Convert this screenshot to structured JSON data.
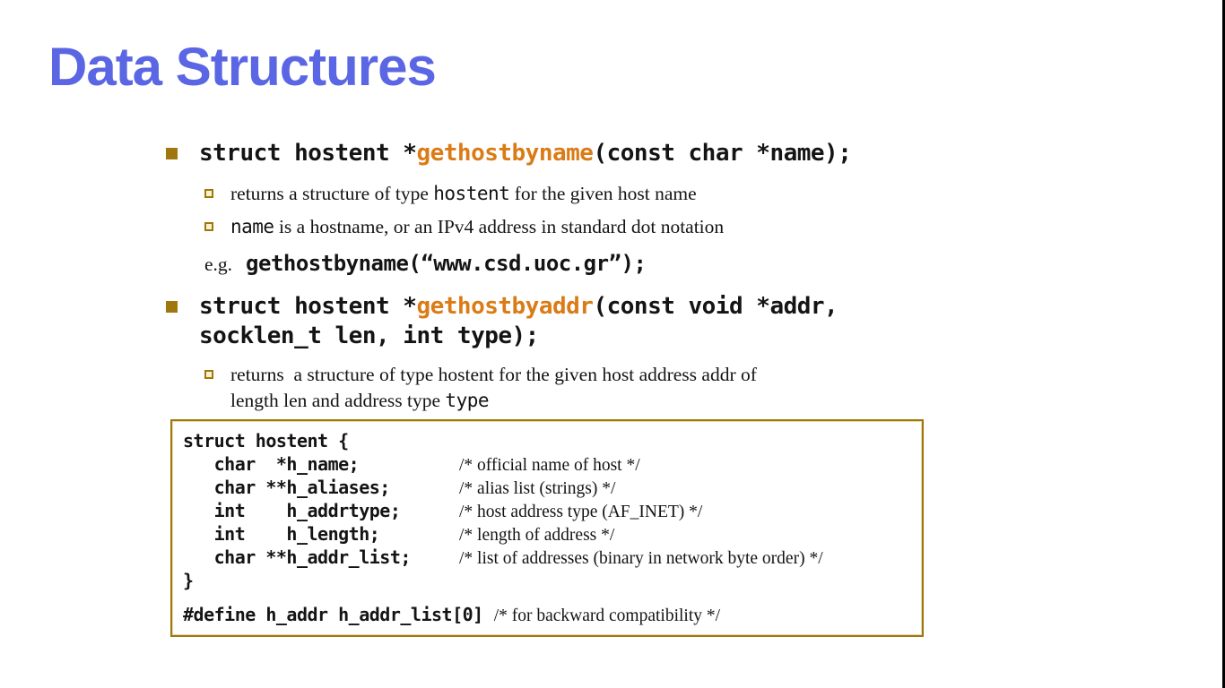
{
  "slide": {
    "title": "Data Structures",
    "colors": {
      "title_blue": "#5a66e3",
      "function_orange": "#db7b16",
      "bullet_gold": "#a0770e",
      "box_border_gold": "#a0770e"
    }
  },
  "bullet1": {
    "code_prefix": "struct hostent *",
    "code_name": "gethostbyname",
    "code_suffix": "(const char *name);",
    "sub1": {
      "p0": "returns a structure of type ",
      "mono": "hostent",
      "p2": " for the given host name"
    },
    "sub2": {
      "mono": "name",
      "p1": " is a hostname, or an IPv4 address in standard dot notation"
    },
    "example_label": "e.g.",
    "example_code": "gethostbyname(“www.csd.uoc.gr”);"
  },
  "bullet2": {
    "code_prefix": "struct hostent *",
    "code_name": "gethostbyaddr",
    "code_suffix": "(const void *addr,",
    "code_line2": "socklen_t len, int type);",
    "sub1_line1": "returns  a structure of type hostent for the given host address addr of",
    "sub1_line2_p0": "length len and address type ",
    "sub1_line2_mono": "type"
  },
  "struct_box": {
    "open_line": "struct hostent {",
    "members": [
      {
        "code": "   char  *h_name;",
        "comment": "/* official name of host */"
      },
      {
        "code": "   char **h_aliases;",
        "comment": "/* alias list (strings) */"
      },
      {
        "code": "   int    h_addrtype;",
        "comment": "/* host address type (AF_INET) */"
      },
      {
        "code": "   int    h_length;",
        "comment": "/* length of address */"
      },
      {
        "code": "   char **h_addr_list;",
        "comment": "/* list of addresses (binary in network byte order) */"
      }
    ],
    "close_line": "}",
    "define_code": "#define h_addr h_addr_list[0]",
    "define_comment": "/* for backward compatibility */"
  }
}
